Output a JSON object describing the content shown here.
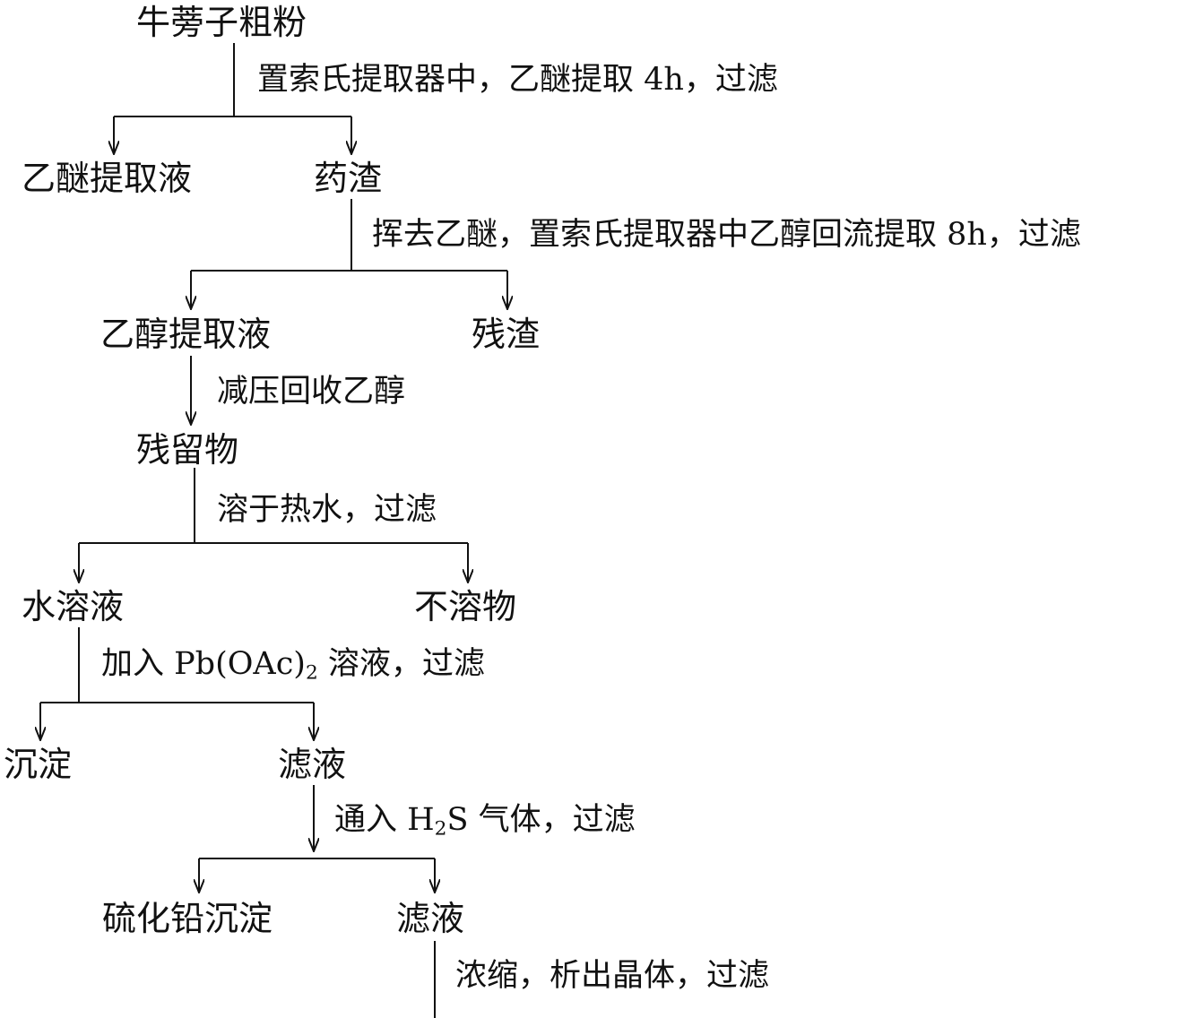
{
  "nodes": {
    "start": "牛蒡子粗粉",
    "ether_extract": "乙醚提取液",
    "herb_residue": "药渣",
    "ethanol_extract": "乙醇提取液",
    "residue": "残渣",
    "leftover": "残留物",
    "aqueous_solution": "水溶液",
    "insoluble": "不溶物",
    "precipitate": "沉淀",
    "filtrate_1": "滤液",
    "lead_sulfide": "硫化铅沉淀",
    "filtrate_2": "滤液"
  },
  "steps": {
    "step1": "置索氏提取器中，乙醚提取 4h，过滤",
    "step2": "挥去乙醚，置索氏提取器中乙醇回流提取 8h，过滤",
    "step3": "减压回收乙醇",
    "step4": "溶于热水，过滤",
    "step5_prefix": "加入 Pb(OAc)",
    "step5_sub": "2",
    "step5_suffix": " 溶液，过滤",
    "step6_prefix": "通入 H",
    "step6_sub": "2",
    "step6_suffix": "S 气体，过滤",
    "step7": "浓缩，析出晶体，过滤"
  },
  "colors": {
    "line": "#111111",
    "text": "#111111"
  }
}
